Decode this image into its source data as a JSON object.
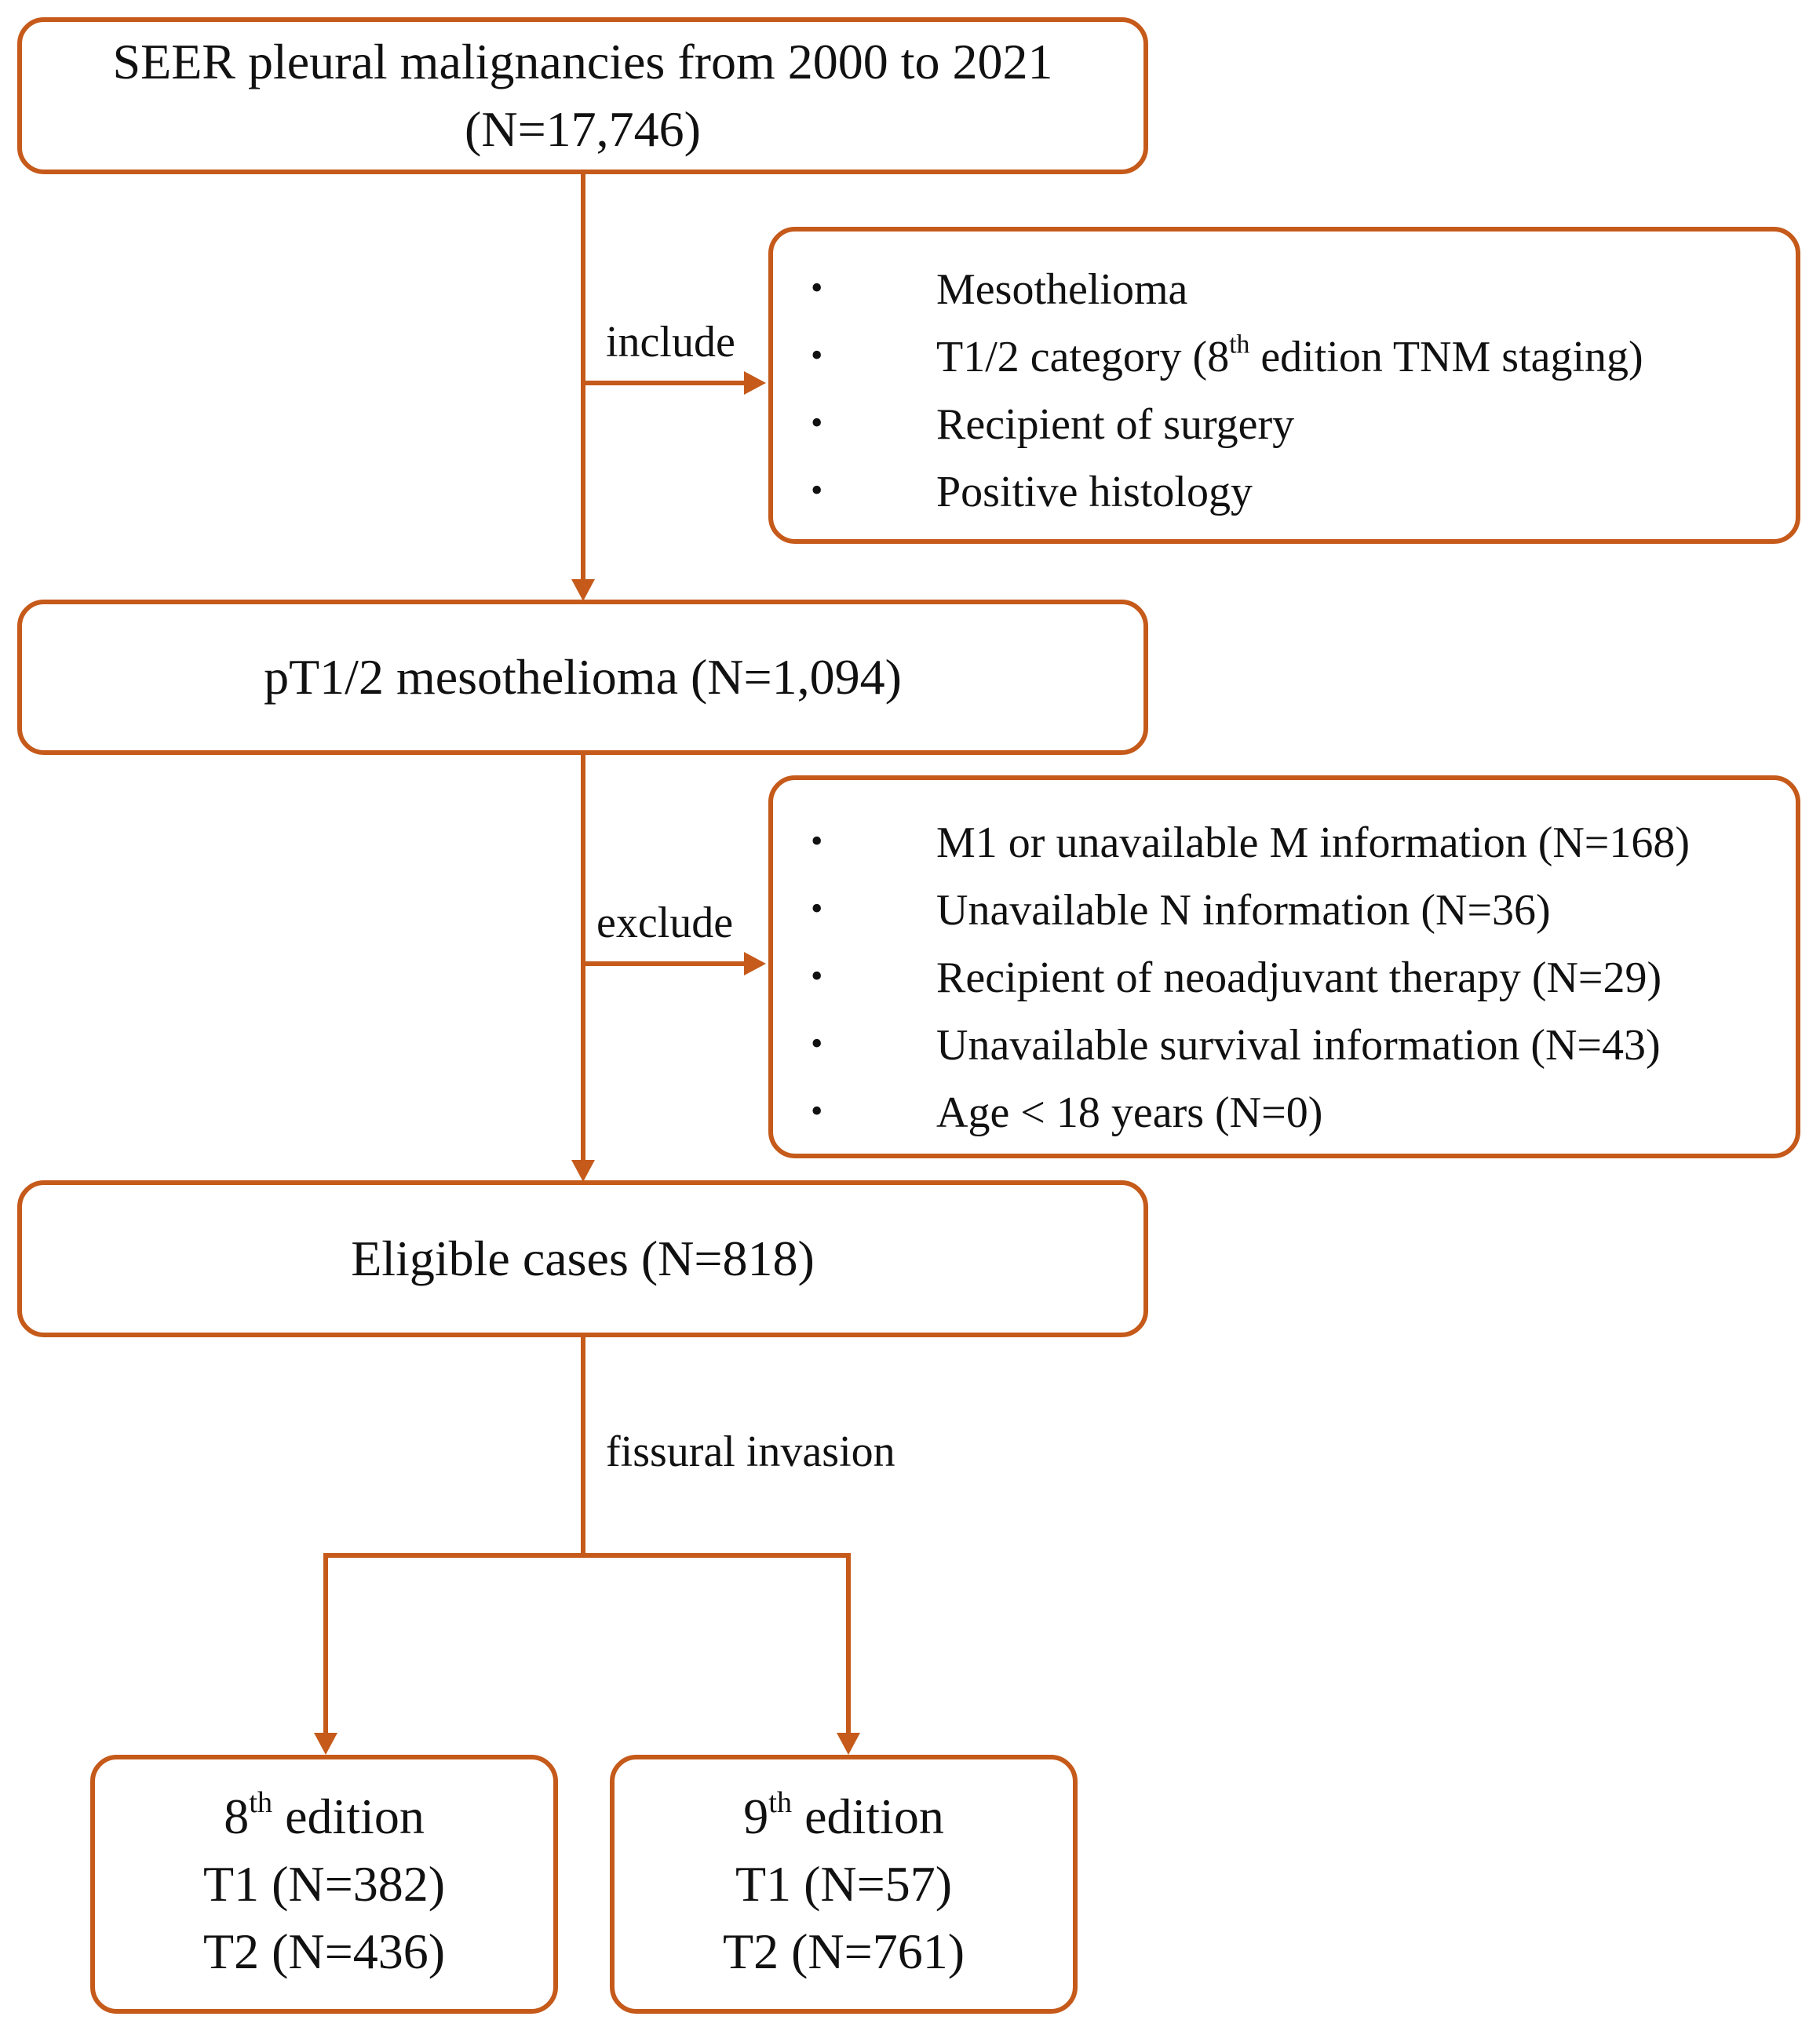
{
  "boxes": {
    "source": {
      "line1": "SEER pleural malignancies from 2000 to 2021",
      "line2": "(N=17,746)"
    },
    "cohort": {
      "text": "pT1/2 mesothelioma (N=1,094)"
    },
    "eligible": {
      "text": "Eligible cases (N=818)"
    },
    "edition8": {
      "num": "8",
      "sup": "th",
      "rest": " edition",
      "t1": "T1 (N=382)",
      "t2": "T2 (N=436)"
    },
    "edition9": {
      "num": "9",
      "sup": "th",
      "rest": " edition",
      "t1": "T1 (N=57)",
      "t2": "T2 (N=761)"
    }
  },
  "include": {
    "label": "include",
    "bullet": "•",
    "items": [
      {
        "text": "Mesothelioma"
      },
      {
        "pre": "T1/2 category (8",
        "sup": "th",
        "post": " edition TNM staging)"
      },
      {
        "text": "Recipient of surgery"
      },
      {
        "text": "Positive histology"
      }
    ]
  },
  "exclude": {
    "label": "exclude",
    "bullet": "•",
    "items": [
      {
        "text": "M1 or unavailable M information  (N=168)"
      },
      {
        "text": "Unavailable N information (N=36)"
      },
      {
        "text": "Recipient of neoadjuvant therapy (N=29)"
      },
      {
        "text": "Unavailable survival information (N=43)"
      },
      {
        "text": "Age < 18 years (N=0)"
      }
    ]
  },
  "split_label": "fissural invasion",
  "colors": {
    "accent": "#c55a1a",
    "text": "#111111"
  }
}
